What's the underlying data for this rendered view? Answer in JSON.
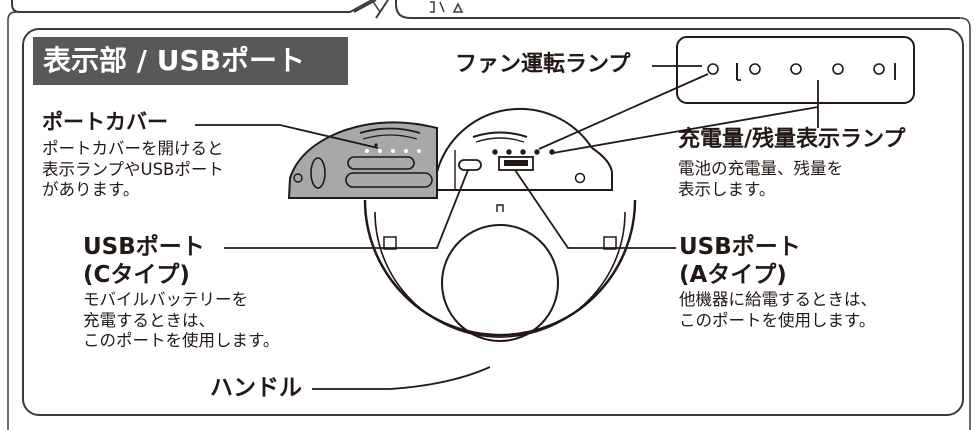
{
  "title": "表示部 / USBポート",
  "labels": {
    "fan_lamp": "ファン運転ランプ",
    "port_cover": "ポートカバー",
    "port_cover_desc": [
      "ポートカバーを開けると",
      "表示ランプやUSBポート",
      "があります。"
    ],
    "charge_lamp": "充電量/残量表示ランプ",
    "charge_lamp_desc": [
      "電池の充電量、残量を",
      "表示します。"
    ],
    "usb_c": [
      "USBポート",
      "(Cタイプ)"
    ],
    "usb_c_desc": [
      "モバイルバッテリーを",
      "充電するときは、",
      "このポートを使用します。"
    ],
    "usb_a": [
      "USBポート",
      "(Aタイプ)"
    ],
    "usb_a_desc": [
      "他機器に給電するときは、",
      "このポートを使用します。"
    ],
    "handle": "ハンドル"
  },
  "colors": {
    "ink": "#231815",
    "title_bg": "#58585a",
    "cover_fill": "#a7a8aa",
    "frame": "#3e3a39"
  }
}
